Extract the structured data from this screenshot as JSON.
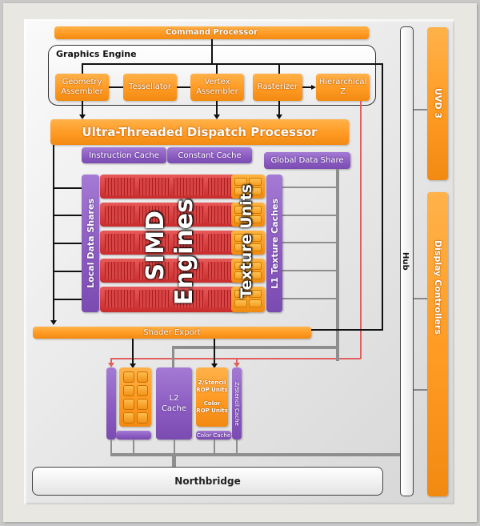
{
  "diagram": {
    "command_processor": "Command Processor",
    "graphics_engine": {
      "title": "Graphics Engine",
      "blocks": [
        "Geometry Assembler",
        "Tessellator",
        "Vertex Assembler",
        "Rasterizer",
        "Hierarchical Z"
      ]
    },
    "dispatch": "Ultra-Threaded Dispatch Processor",
    "instruction_cache": "Instruction Cache",
    "constant_cache": "Constant Cache",
    "global_data_share": "Global Data Share",
    "local_data_shares": "Local Data Shares",
    "simd_engines": [
      "SIMD",
      "Engines"
    ],
    "texture_units": "Texture Units",
    "l1_texture_caches": "L1 Texture Caches",
    "shader_export": "Shader Export",
    "l2_cache": [
      "L2",
      "Cache"
    ],
    "zstencil_rop": [
      "Z/Stencil",
      "ROP Units"
    ],
    "color_rop": [
      "Color",
      "ROP Units"
    ],
    "zstencil_cache": "Z/Stencil Cache",
    "color_cache": "Color Cache",
    "hub": "Hub",
    "northbridge": "Northbridge",
    "uvd": "UVD 3",
    "display_controllers": "Display Controllers",
    "colors": {
      "orange": "#ff9a22",
      "purple": "#8a5ac0",
      "red": "#c92c2c",
      "red_line": "#e06060",
      "gray_bus": "#8e8e8e"
    }
  }
}
